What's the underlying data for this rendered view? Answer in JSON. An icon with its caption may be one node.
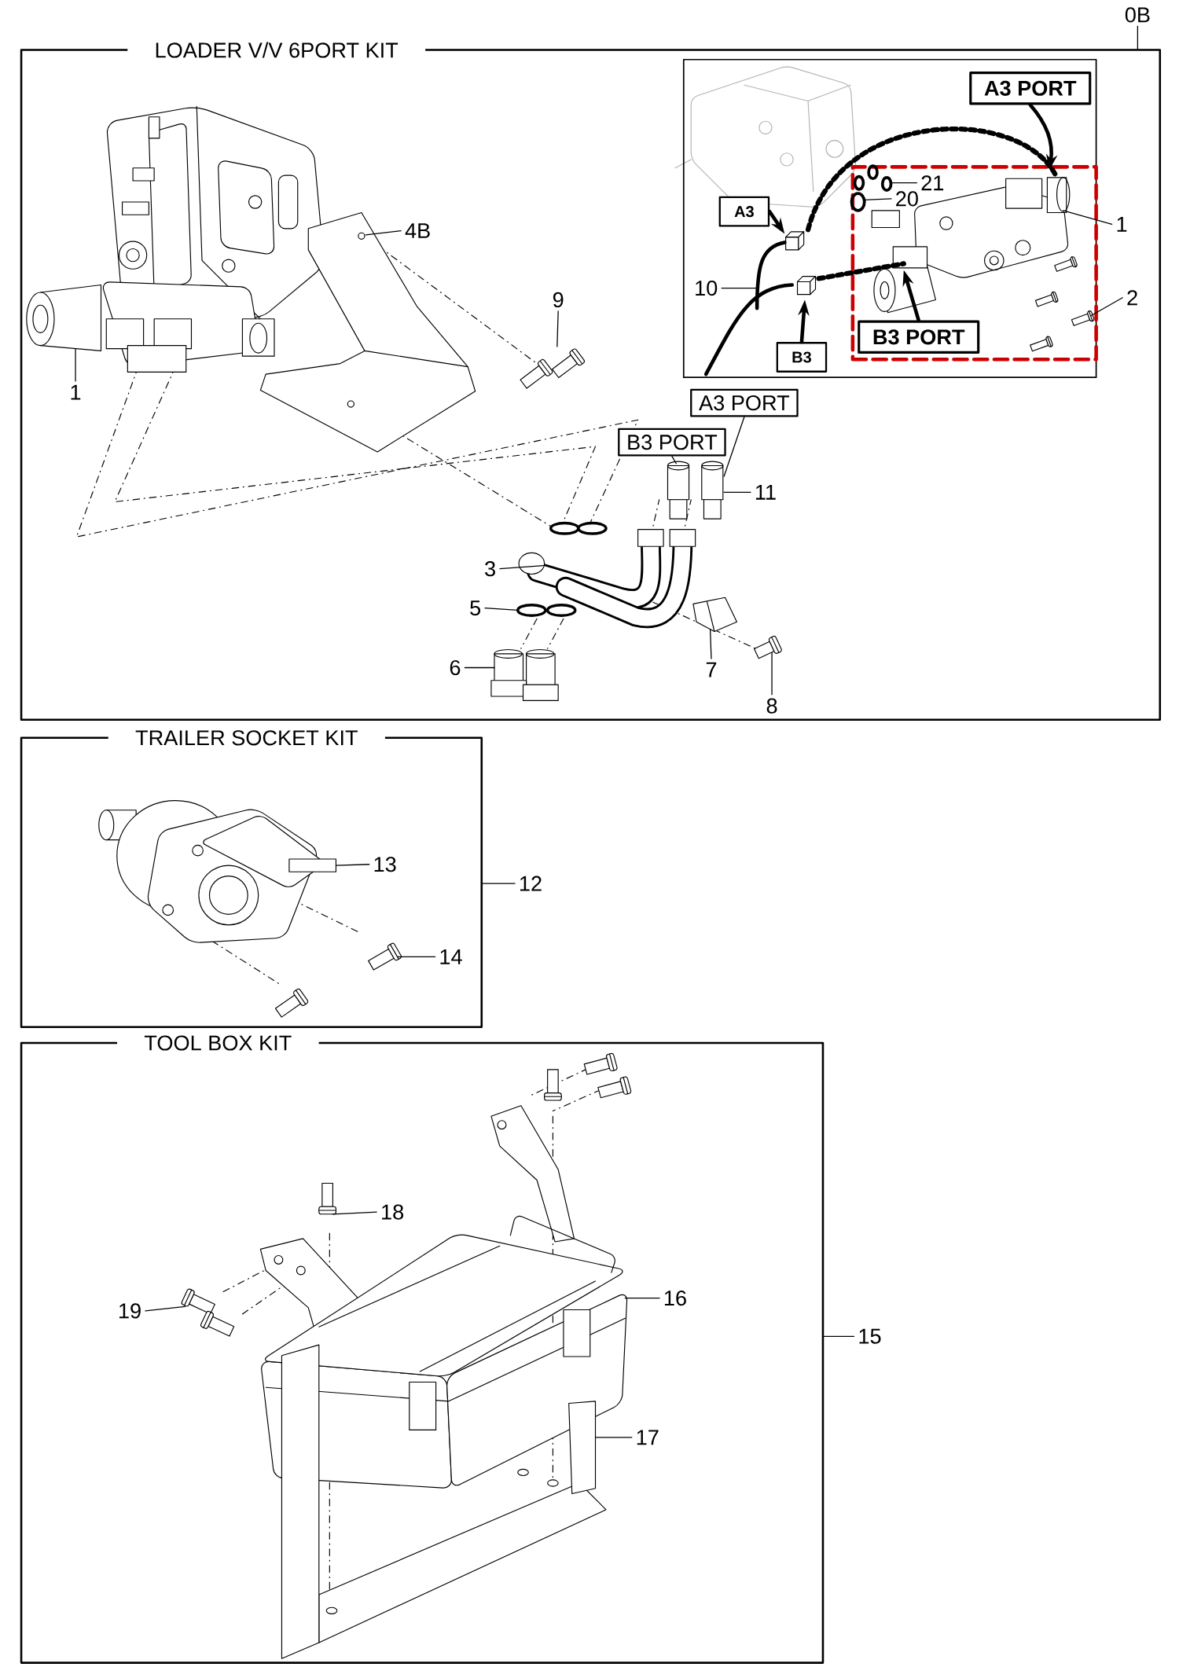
{
  "diagram": {
    "nodes": [
      {
        "text": [
          "LOADER V/V 6PORT KIT"
        ]
      },
      {
        "text": [
          "0B"
        ]
      },
      {
        "text": [],
        "shape": "box",
        "in": 0
      },
      {
        "text": [
          "A3 PORT"
        ],
        "in": 2
      },
      {
        "text": [],
        "shape": "box",
        "in": 2
      },
      {
        "text": [
          "21"
        ],
        "in": 4
      },
      {
        "text": [
          "20"
        ],
        "in": 4
      },
      {
        "text": [
          "A3"
        ],
        "in": 2
      },
      {
        "text": [
          "1"
        ],
        "in": 0
      },
      {
        "text": [
          "10"
        ],
        "in": 2
      },
      {
        "text": [
          "2"
        ],
        "in": 0
      },
      {
        "text": [
          "B3 PORT"
        ],
        "in": 4
      },
      {
        "text": [
          "B3"
        ],
        "in": 2
      },
      {
        "text": [
          "4B"
        ],
        "in": 0
      },
      {
        "text": [
          "9"
        ],
        "in": 0
      },
      {
        "text": [
          "1"
        ],
        "in": 0
      },
      {
        "text": [
          "A3 PORT"
        ],
        "in": 0
      },
      {
        "text": [
          "B3 PORT"
        ],
        "in": 0
      },
      {
        "text": [
          "11"
        ],
        "in": 0
      },
      {
        "text": [
          "3"
        ],
        "in": 0
      },
      {
        "text": [
          "5"
        ],
        "in": 0
      },
      {
        "text": [
          "6"
        ],
        "in": 0
      },
      {
        "text": [
          "7"
        ],
        "in": 0
      },
      {
        "text": [
          "8"
        ],
        "in": 0
      },
      {
        "text": [
          "TRAILER SOCKET KIT"
        ]
      },
      {
        "text": [
          "13"
        ],
        "in": 24
      },
      {
        "text": [
          "12"
        ]
      },
      {
        "text": [
          "14"
        ],
        "in": 24
      },
      {
        "text": [
          "TOOL BOX KIT"
        ]
      },
      {
        "text": [
          "18"
        ],
        "in": 28
      },
      {
        "text": [
          "16"
        ],
        "in": 28
      },
      {
        "text": [
          "19"
        ],
        "in": 28
      },
      {
        "text": [
          "15"
        ]
      },
      {
        "text": [
          "17"
        ],
        "in": 28
      },
      {
        "text": [],
        "shape": "picture",
        "in": 0
      },
      {
        "text": [],
        "shape": "picture",
        "in": 0
      },
      {
        "text": [],
        "shape": "picture",
        "in": 0
      },
      {
        "text": [],
        "shape": "picture",
        "in": 0
      },
      {
        "text": [],
        "shape": "picture",
        "in": 0
      },
      {
        "text": [],
        "shape": "picture",
        "in": 0
      },
      {
        "text": [],
        "shape": "picture",
        "in": 0
      },
      {
        "text": [],
        "shape": "picture",
        "in": 0
      },
      {
        "text": [],
        "shape": "picture",
        "in": 0
      },
      {
        "text": [],
        "shape": "picture",
        "in": 2
      },
      {
        "text": [],
        "shape": "picture",
        "in": 4
      },
      {
        "text": [],
        "shape": "picture",
        "in": 4
      },
      {
        "text": [],
        "shape": "picture",
        "in": 4
      },
      {
        "text": [],
        "shape": "picture",
        "in": 4
      },
      {
        "text": [],
        "shape": "picture",
        "in": 24
      },
      {
        "text": [],
        "shape": "picture",
        "in": 24
      },
      {
        "text": [],
        "shape": "picture",
        "in": 28
      },
      {
        "text": [],
        "shape": "picture",
        "in": 28
      },
      {
        "text": [],
        "shape": "picture",
        "in": 28
      },
      {
        "text": [],
        "shape": "picture",
        "in": 28
      },
      {
        "text": [],
        "shape": "picture",
        "in": 2
      }
    ],
    "edges": [
      {
        "from": 1,
        "to": 0,
        "arrow": "none"
      },
      {
        "from": 3,
        "to": 46,
        "arrow": "to",
        "style": "thick"
      },
      {
        "from": 5,
        "to": 44,
        "arrow": "none"
      },
      {
        "from": 6,
        "to": 45,
        "arrow": "none"
      },
      {
        "from": 7,
        "to": 43,
        "arrow": "to",
        "style": "thick"
      },
      {
        "from": 8,
        "to": 46,
        "arrow": "none"
      },
      {
        "from": 9,
        "to": 54,
        "arrow": "none"
      },
      {
        "from": 10,
        "to": 47,
        "arrow": "none"
      },
      {
        "from": 11,
        "to": 46,
        "arrow": "to",
        "style": "thick"
      },
      {
        "from": 12,
        "to": 43,
        "arrow": "to",
        "style": "thick"
      },
      {
        "from": 13,
        "to": 35,
        "arrow": "none"
      },
      {
        "from": 14,
        "to": 36,
        "arrow": "none"
      },
      {
        "from": 15,
        "to": 34,
        "arrow": "none"
      },
      {
        "from": 16,
        "to": 37,
        "arrow": "none"
      },
      {
        "from": 17,
        "to": 37,
        "arrow": "none"
      },
      {
        "from": 18,
        "to": 37,
        "arrow": "none"
      },
      {
        "from": 19,
        "to": 38,
        "arrow": "none"
      },
      {
        "from": 20,
        "to": 39,
        "arrow": "none"
      },
      {
        "from": 21,
        "to": 40,
        "arrow": "none"
      },
      {
        "from": 22,
        "to": 41,
        "arrow": "none"
      },
      {
        "from": 23,
        "to": 42,
        "arrow": "none"
      },
      {
        "from": 25,
        "to": 48,
        "arrow": "none"
      },
      {
        "from": 26,
        "to": 24,
        "arrow": "none"
      },
      {
        "from": 27,
        "to": 49,
        "arrow": "none"
      },
      {
        "from": 29,
        "to": 52,
        "arrow": "none"
      },
      {
        "from": 30,
        "to": 50,
        "arrow": "none"
      },
      {
        "from": 31,
        "to": 53,
        "arrow": "none"
      },
      {
        "from": 32,
        "to": 28,
        "arrow": "none"
      },
      {
        "from": 33,
        "to": 51,
        "arrow": "none"
      },
      {
        "from": 43,
        "to": 46,
        "arrow": "none",
        "style": "dashed"
      },
      {
        "from": 43,
        "to": 46,
        "arrow": "none",
        "style": "dashed"
      }
    ]
  }
}
